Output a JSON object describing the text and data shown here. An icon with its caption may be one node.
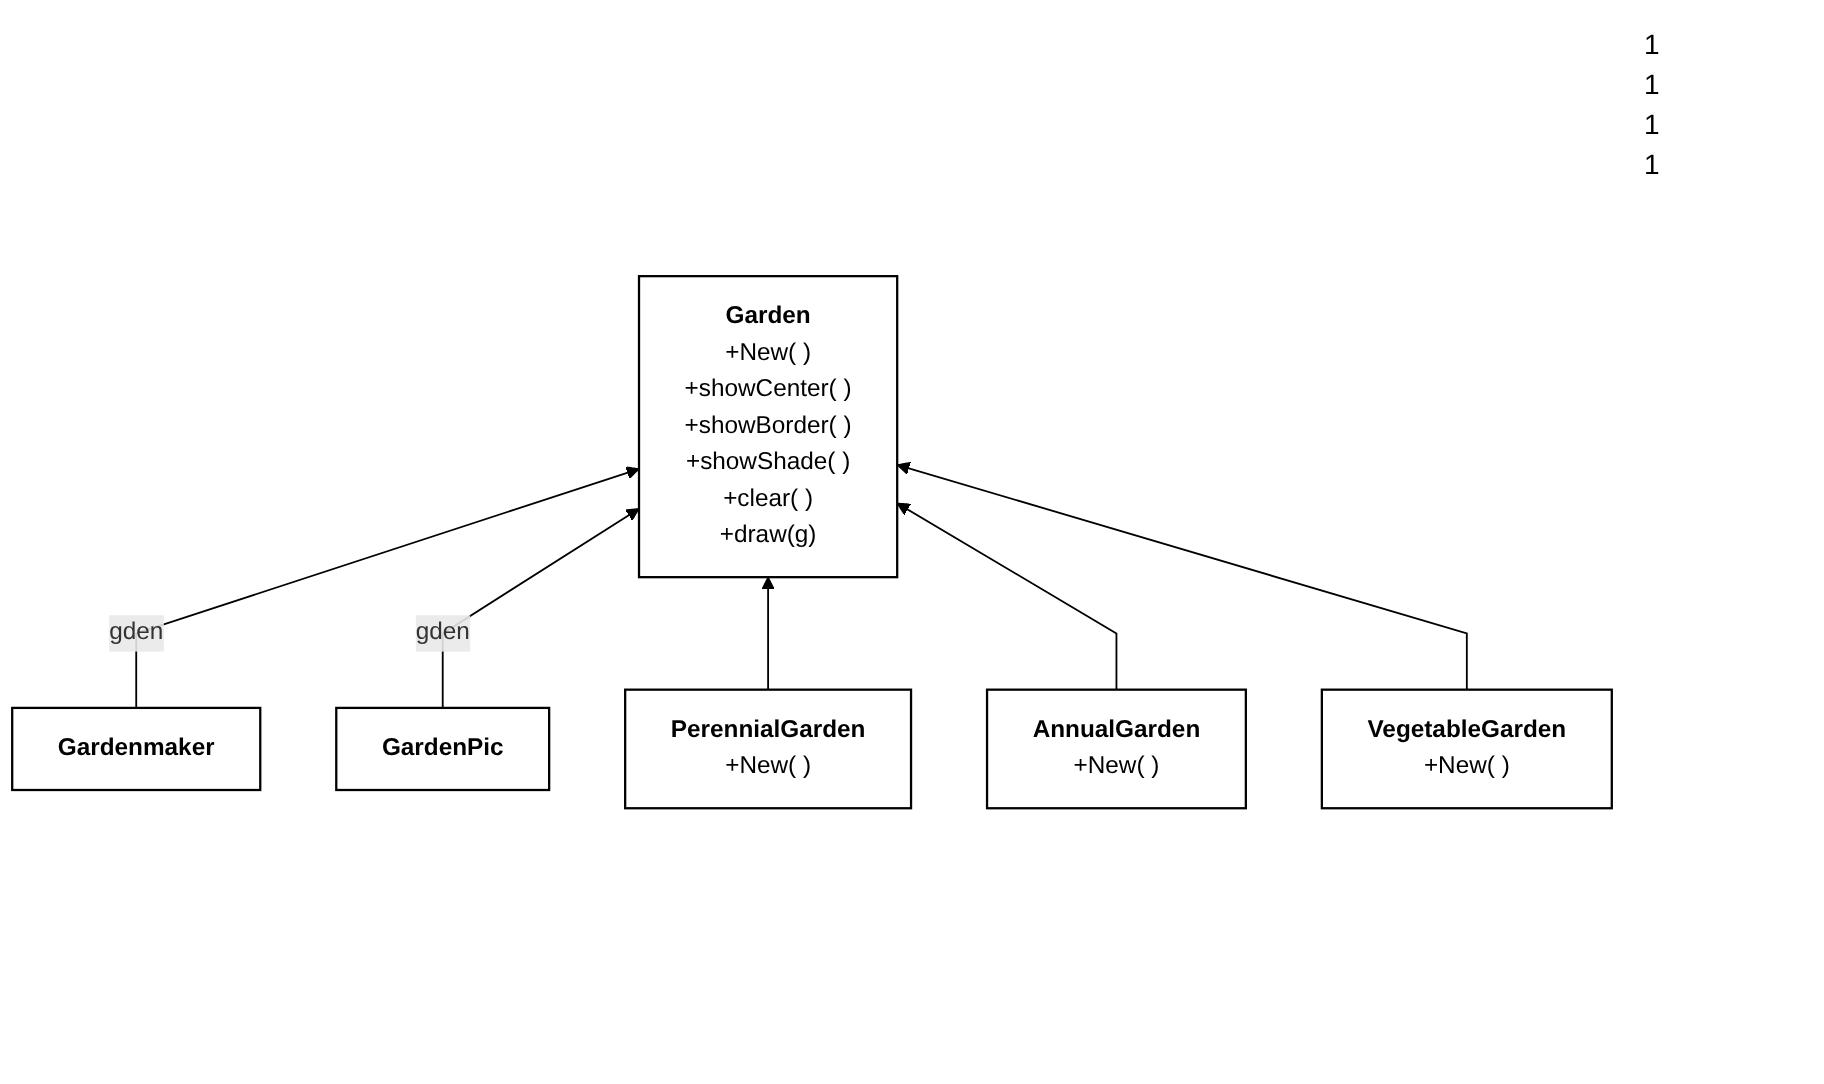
{
  "diagram": {
    "nodes": [
      {
        "text": [
          "Garden",
          "+New( )",
          "+showCenter( )",
          "+showBorder( )",
          "+showShade( )",
          "+clear( )",
          "+draw(g)"
        ]
      },
      {
        "text": [
          "Gardenmaker"
        ]
      },
      {
        "text": [
          "GardenPic"
        ]
      },
      {
        "text": [
          "PerennialGarden",
          "+New( )"
        ]
      },
      {
        "text": [
          "AnnualGarden",
          "+New( )"
        ]
      },
      {
        "text": [
          "VegetableGarden",
          "+New( )"
        ]
      }
    ],
    "edges": [
      {
        "from": 1,
        "to": 0,
        "arrow": "to",
        "label": "gden"
      },
      {
        "from": 2,
        "to": 0,
        "arrow": "to",
        "label": "gden"
      },
      {
        "from": 3,
        "to": 0,
        "arrow": "to"
      },
      {
        "from": 4,
        "to": 0,
        "arrow": "to"
      },
      {
        "from": 5,
        "to": 0,
        "arrow": "to"
      }
    ],
    "labels": [
      "1",
      "1",
      "1",
      "1"
    ]
  }
}
